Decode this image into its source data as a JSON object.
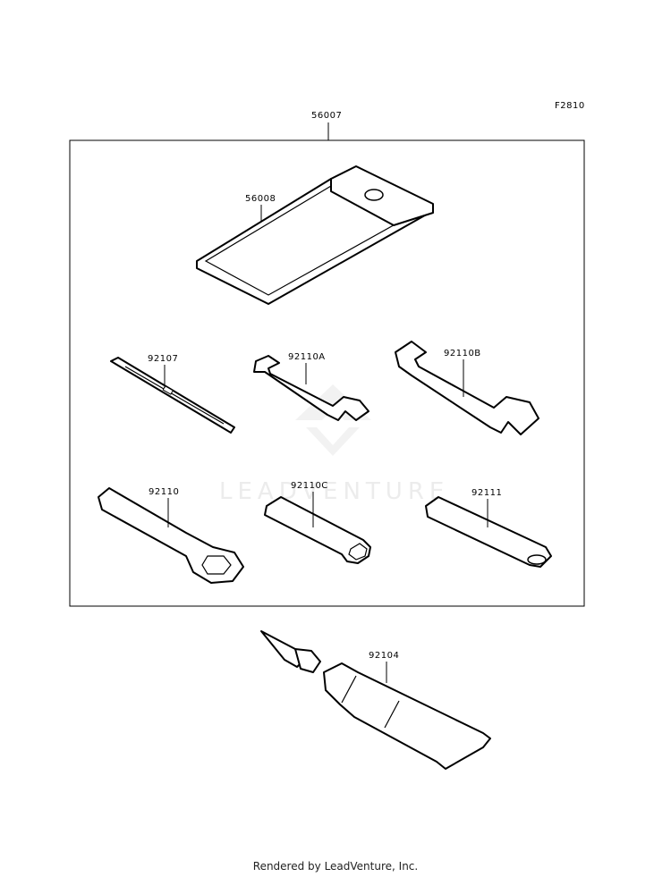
{
  "figure_code": "F2810",
  "assembly_number": "56007",
  "parts": {
    "pouch": "56008",
    "screwdriver": "92107",
    "wrench_small": "92110A",
    "wrench_large": "92110B",
    "ring_wrench": "92110",
    "socket_wrench": "92110C",
    "handle_bar": "92111",
    "grease_tube": "92104"
  },
  "watermark": "LEADVENTURE",
  "footer": "Rendered by LeadVenture, Inc."
}
